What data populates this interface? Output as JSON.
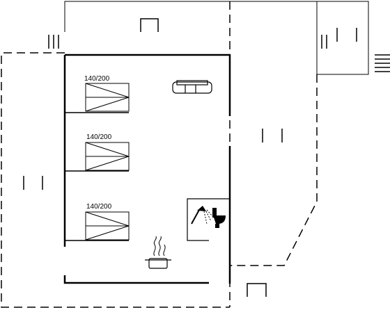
{
  "floor_plan": {
    "bedrooms": [
      {
        "label": "140/200"
      },
      {
        "label": "140/200"
      },
      {
        "label": "140/200"
      }
    ],
    "icons": {
      "living": "sofa-icon",
      "bathroom": [
        "shower-icon",
        "toilet-icon"
      ],
      "kitchen": "cooking-pot-icon",
      "outdoor": [
        "outdoor-table-icon",
        "outdoor-table-icon"
      ],
      "stairs": [
        "stairs-icon",
        "stairs-icon"
      ]
    },
    "colors": {
      "line": "#000000",
      "background": "#ffffff"
    }
  }
}
